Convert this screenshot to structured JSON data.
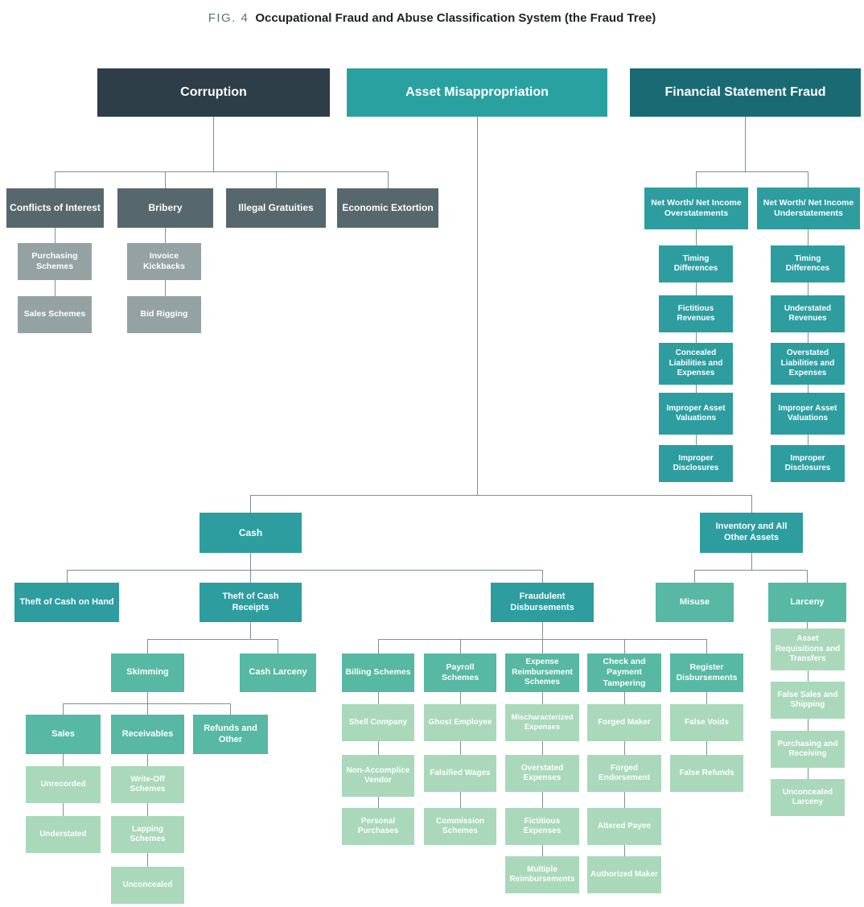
{
  "figure": {
    "fig_label": "FIG. 4",
    "title": "Occupational Fraud and Abuse Classification System (the Fraud Tree)"
  },
  "colors": {
    "corruption_header": "#2d3e48",
    "corruption_level2": "#57676e",
    "corruption_level3": "#95a2a3",
    "asset_misappropriation_header": "#29a1a1",
    "financial_statement_header": "#1a6a74",
    "teal_node": "#2d9da0",
    "green_node": "#57b8a3",
    "light_green_node": "#aad8bb",
    "connector": "#7d9094",
    "title_fig": "#5f7277",
    "title_text": "#1d2327"
  },
  "corruption": {
    "label": "Corruption",
    "conflicts_of_interest": "Conflicts of Interest",
    "purchasing_schemes": "Purchasing Schemes",
    "sales_schemes": "Sales Schemes",
    "bribery": "Bribery",
    "invoice_kickbacks": "Invoice Kickbacks",
    "bid_rigging": "Bid Rigging",
    "illegal_gratuities": "Illegal Gratuities",
    "economic_extortion": "Economic Extortion"
  },
  "asset_misappropriation": {
    "label": "Asset Misappropriation",
    "cash": "Cash",
    "theft_of_cash_on_hand": "Theft of Cash on Hand",
    "theft_of_cash_receipts": "Theft of Cash Receipts",
    "skimming": "Skimming",
    "cash_larceny": "Cash Larceny",
    "sales": "Sales",
    "unrecorded": "Unrecorded",
    "understated": "Understated",
    "receivables": "Receivables",
    "write_off_schemes": "Write-Off Schemes",
    "lapping_schemes": "Lapping Schemes",
    "unconcealed": "Unconcealed",
    "refunds_and_other": "Refunds and Other",
    "fraudulent_disbursements": "Fraudulent Disbursements",
    "billing_schemes": "Billing Schemes",
    "shell_company": "Shell Company",
    "non_accomplice_vendor": "Non-Accomplice Vendor",
    "personal_purchases": "Personal Purchases",
    "payroll_schemes": "Payroll Schemes",
    "ghost_employee": "Ghost Employee",
    "falsified_wages": "Falsified Wages",
    "commission_schemes": "Commission Schemes",
    "expense_reimbursement_schemes": "Expense Reimbursement Schemes",
    "mischaracterized_expenses": "Mischaracterized Expenses",
    "overstated_expenses": "Overstated Expenses",
    "fictitious_expenses": "Fictitious Expenses",
    "multiple_reimbursements": "Multiple Reimbursements",
    "check_and_payment_tampering": "Check and Payment Tampering",
    "forged_maker": "Forged Maker",
    "forged_endorsement": "Forged Endorsement",
    "altered_payee": "Altered Payee",
    "authorized_maker": "Authorized Maker",
    "register_disbursements": "Register Disbursements",
    "false_voids": "False Voids",
    "false_refunds": "False Refunds",
    "inventory_and_all_other_assets": "Inventory and All Other Assets",
    "misuse": "Misuse",
    "larceny": "Larceny",
    "asset_requisitions_and_transfers": "Asset Requisitions and Transfers",
    "false_sales_and_shipping": "False Sales and Shipping",
    "purchasing_and_receiving": "Purchasing and Receiving",
    "unconcealed_larceny": "Unconcealed Larceny"
  },
  "financial_statement_fraud": {
    "label": "Financial Statement Fraud",
    "net_worth_net_income_overstatements": "Net Worth/ Net Income Overstatements",
    "timing_differences_over": "Timing Differences",
    "fictitious_revenues": "Fictitious Revenues",
    "concealed_liabilities_and_expenses": "Concealed Liabilities and Expenses",
    "improper_asset_valuations_over": "Improper Asset Valuations",
    "improper_disclosures_over": "Improper Disclosures",
    "net_worth_net_income_understatements": "Net Worth/ Net Income Understatements",
    "timing_differences_under": "Timing Differences",
    "understated_revenues": "Understated Revenues",
    "overstated_liabilities_and_expenses": "Overstated Liabilities and Expenses",
    "improper_asset_valuations_under": "Improper Asset Valuations",
    "improper_disclosures_under": "Improper Disclosures"
  }
}
